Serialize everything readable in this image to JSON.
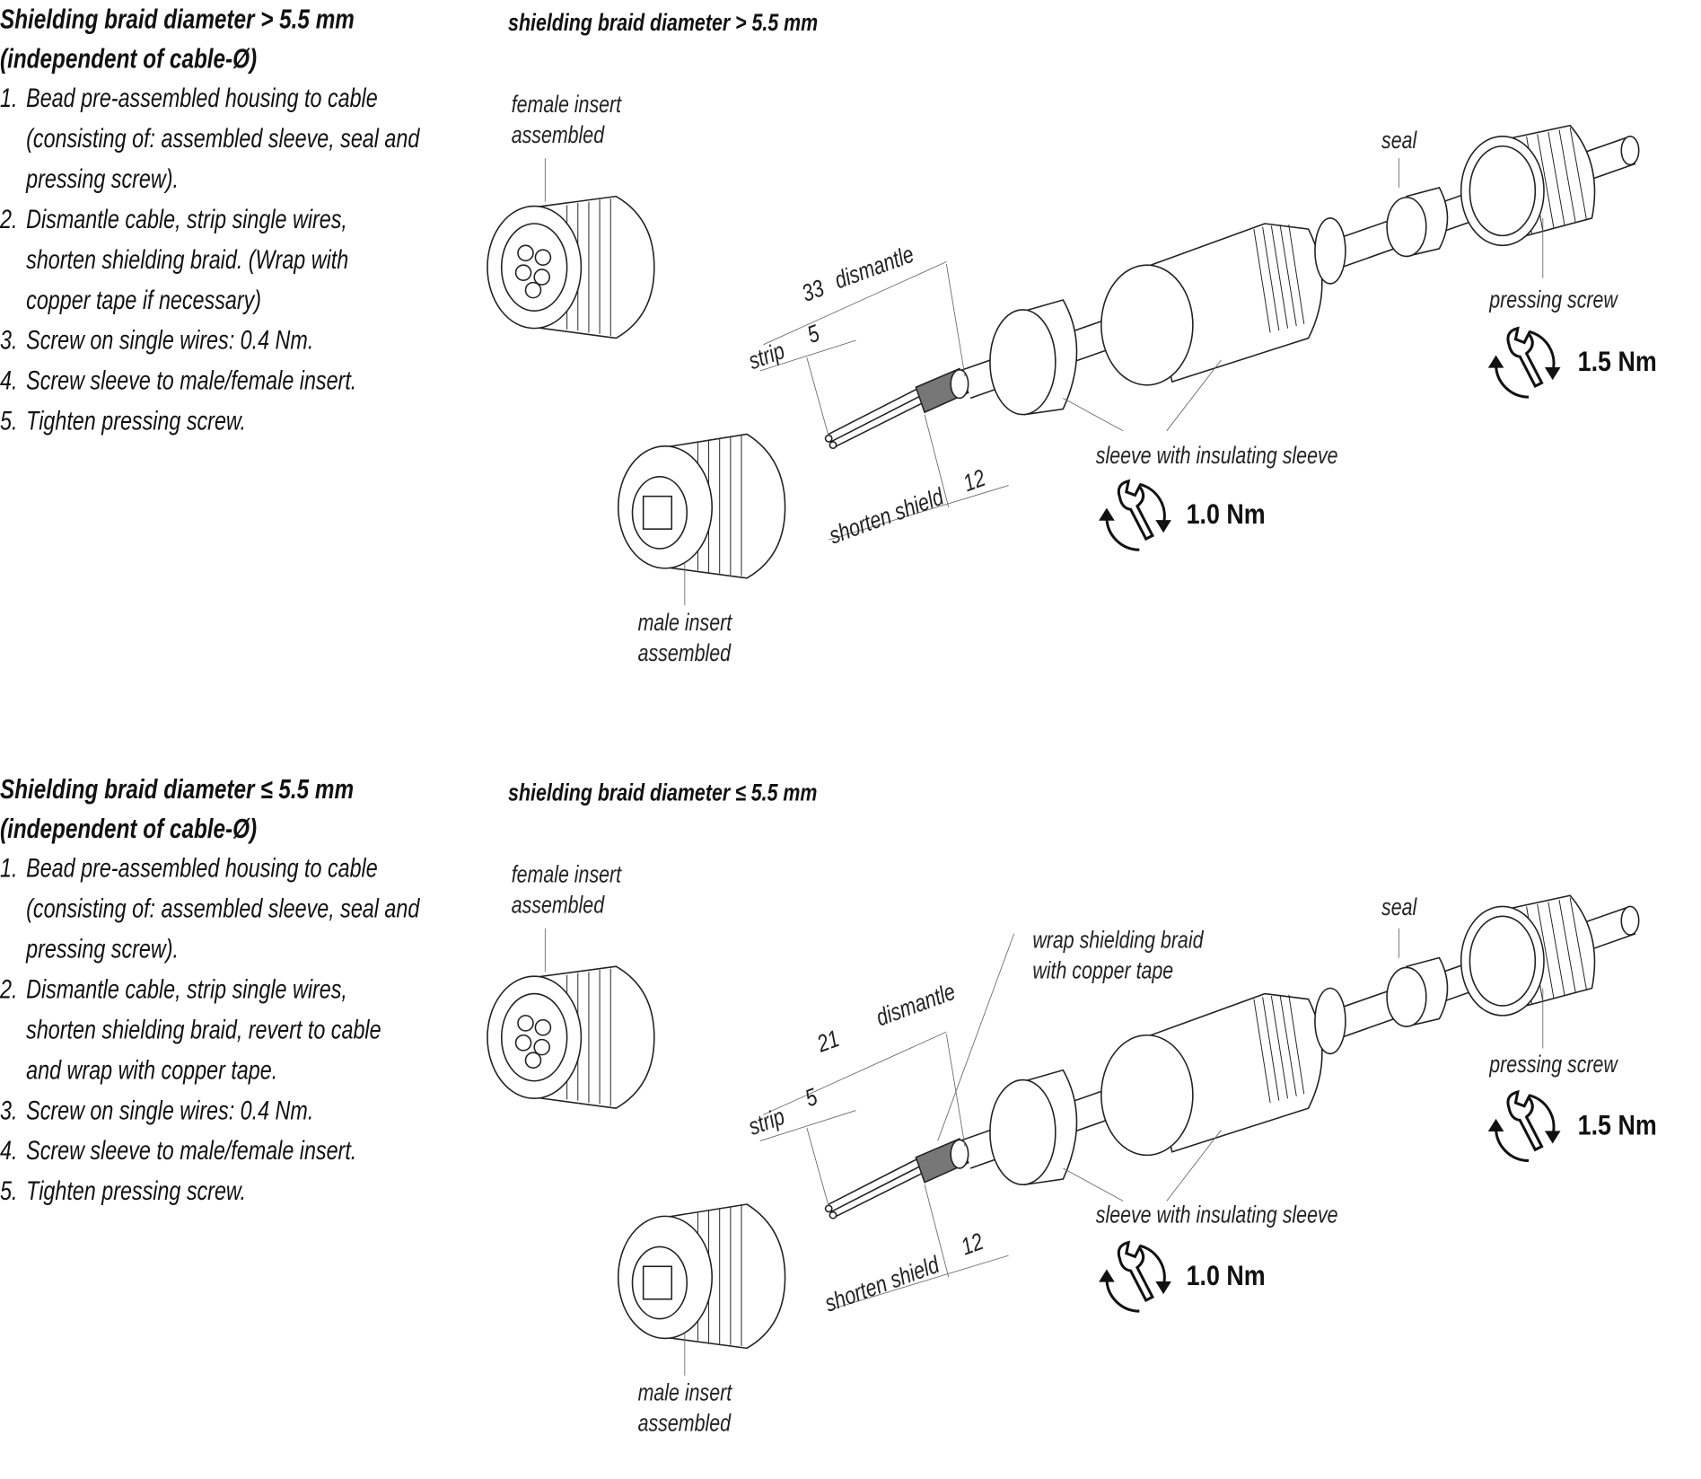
{
  "sections": [
    {
      "heading_line1": "Shielding braid diameter  > 5.5 mm",
      "heading_line2": "(independent of cable-Ø)",
      "steps": [
        {
          "num": "1.",
          "lines": [
            "Bead pre-assembled housing to cable",
            "(consisting of: assembled sleeve, seal and",
            "pressing screw)."
          ]
        },
        {
          "num": "2.",
          "lines": [
            "Dismantle cable, strip single wires,",
            "shorten shielding braid. (Wrap with",
            "copper tape if necessary)"
          ]
        },
        {
          "num": "3.",
          "lines": [
            "Screw on single wires: 0.4 Nm."
          ]
        },
        {
          "num": "4.",
          "lines": [
            "Screw sleeve to male/female insert."
          ]
        },
        {
          "num": "5.",
          "lines": [
            "Tighten pressing screw."
          ]
        }
      ],
      "diagram_title": "shielding braid diameter > 5.5 mm",
      "labels": {
        "female_insert": [
          "female insert",
          "assembled"
        ],
        "male_insert": [
          "male insert",
          "assembled"
        ],
        "seal": "seal",
        "pressing_screw": "pressing screw",
        "sleeve": "sleeve with insulating sleeve",
        "dismantle_value": "33",
        "dismantle": "dismantle",
        "strip": "strip",
        "strip_value": "5",
        "shorten_shield": "shorten shield",
        "shorten_value": "12"
      },
      "torque_pressing": "1.5 Nm",
      "torque_sleeve": "1.0 Nm"
    },
    {
      "heading_line1": "Shielding braid diameter  ≤ 5.5 mm",
      "heading_line2": "(independent of cable-Ø)",
      "steps": [
        {
          "num": "1.",
          "lines": [
            "Bead pre-assembled housing to cable",
            "(consisting of: assembled sleeve, seal and",
            "pressing screw)."
          ]
        },
        {
          "num": "2.",
          "lines": [
            "Dismantle cable, strip single wires,",
            "shorten shielding braid, revert to cable",
            "and wrap with copper tape."
          ]
        },
        {
          "num": "3.",
          "lines": [
            "Screw on single wires: 0.4 Nm."
          ]
        },
        {
          "num": "4.",
          "lines": [
            "Screw sleeve to male/female insert."
          ]
        },
        {
          "num": "5.",
          "lines": [
            "Tighten pressing screw."
          ]
        }
      ],
      "diagram_title": "shielding braid diameter ≤ 5.5 mm",
      "labels": {
        "female_insert": [
          "female insert",
          "assembled"
        ],
        "male_insert": [
          "male insert",
          "assembled"
        ],
        "seal": "seal",
        "pressing_screw": "pressing screw",
        "sleeve": "sleeve with insulating sleeve",
        "wrap": [
          "wrap shielding braid",
          "with copper tape"
        ],
        "dismantle_value": "21",
        "dismantle": "dismantle",
        "strip": "strip",
        "strip_value": "5",
        "shorten_shield": "shorten shield",
        "shorten_value": "12"
      },
      "torque_pressing": "1.5 Nm",
      "torque_sleeve": "1.0 Nm"
    }
  ]
}
